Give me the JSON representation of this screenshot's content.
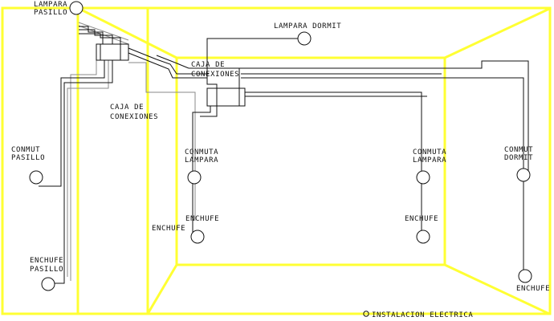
{
  "title": "INSTALACION ELECTRICA",
  "colors": {
    "walls": "#ffff33",
    "wiring_dark": "#111111",
    "wiring_gray": "#8a8a8a",
    "background": "#ffffff"
  },
  "labels": {
    "lampara_pasillo": [
      "LAMPARA",
      "PASILLO"
    ],
    "lampara_dormit": "LAMPARA DORMIT",
    "caja_pasillo": [
      "CAJA DE",
      "CONEXIONES"
    ],
    "caja_dormit": [
      "CAJA DE",
      "CONEXIONES"
    ],
    "conmut_pasillo": [
      "CONMUT",
      "PASILLO"
    ],
    "enchufe_pasillo": [
      "ENCHUFE",
      "PASILLO"
    ],
    "conmuta_lampara_izq": [
      "CONMUTA",
      "LAMPARA"
    ],
    "conmuta_lampara_der": [
      "CONMUTA",
      "LAMPARA"
    ],
    "conmut_dormit": [
      "CONMUT",
      "DORMIT"
    ],
    "enchufe_izq_a": "ENCHUFE",
    "enchufe_izq_b": "ENCHUFE",
    "enchufe_der": "ENCHUFE",
    "enchufe_pared_der": "ENCHUFE"
  }
}
